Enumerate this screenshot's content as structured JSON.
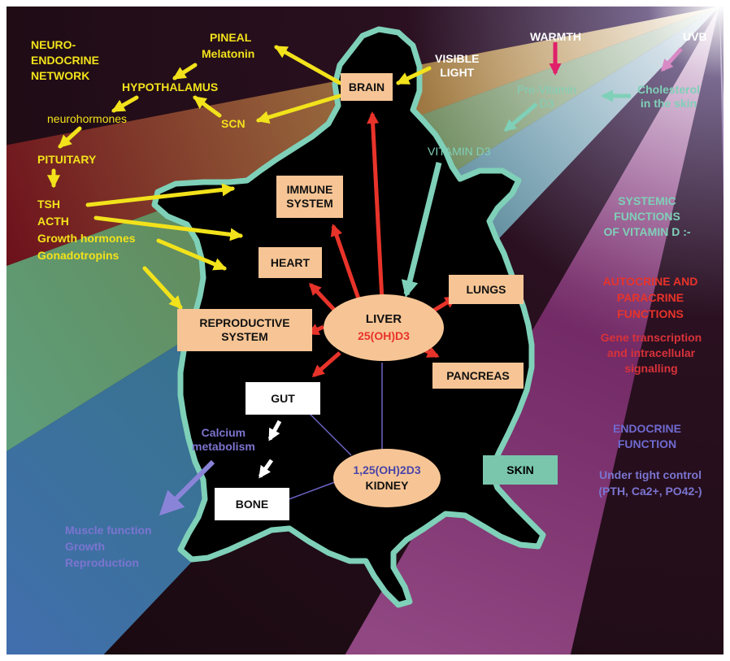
{
  "neuro": {
    "title": "NEURO-\nENDOCRINE\nNETWORK",
    "pineal": "PINEAL",
    "melatonin": "Melatonin",
    "hypothalamus": "HYPOTHALAMUS",
    "neurohormones": "neurohormones",
    "scn": "SCN",
    "pituitary": "PITUITARY",
    "hormones": [
      "TSH",
      "ACTH",
      "Growth hormones",
      "Gonadotropins"
    ]
  },
  "inputs": {
    "visible_light": "VISIBLE\nLIGHT",
    "warmth": "WARMTH",
    "uvb": "UVB",
    "pre_vitamin": "Pre-Vitamin\nD3",
    "cholesterol": "Cholesterol\nin the skin",
    "vitamin_d3": "VITAMIN D3"
  },
  "organs": {
    "brain": "BRAIN",
    "immune": "IMMUNE\nSYSTEM",
    "heart": "HEART",
    "lungs": "LUNGS",
    "reproductive": "REPRODUCTIVE\nSYSTEM",
    "pancreas": "PANCREAS",
    "gut": "GUT",
    "bone": "BONE",
    "skin": "SKIN"
  },
  "liver": {
    "label": "LIVER",
    "compound": "25(OH)D3"
  },
  "kidney": {
    "compound": "1,25(OH)2D3",
    "label": "KIDNEY"
  },
  "left_notes": {
    "calcium": "Calcium\nmetabolism",
    "outcomes": "Muscle function\nGrowth\nReproduction"
  },
  "legend": {
    "systemic": "SYSTEMIC\nFUNCTIONS\nOF VITAMIN D :-",
    "autocrine": "AUTOCRINE AND\nPARACRINE\nFUNCTIONS",
    "gene": "Gene transcription\nand intracellular\nsignalling",
    "endocrine": "ENDOCRINE\nFUNCTION",
    "control_prefix": "Under tight control",
    "control_formula": "(PTH, Ca2+, PO42-)"
  },
  "colors": {
    "yellow": "#f2e21b",
    "teal": "#7fd0b8",
    "red": "#e8332a",
    "purple": "#7b74c9",
    "peach": "#f7c595",
    "magenta": "#e0206a",
    "pink": "#d88ac4"
  }
}
